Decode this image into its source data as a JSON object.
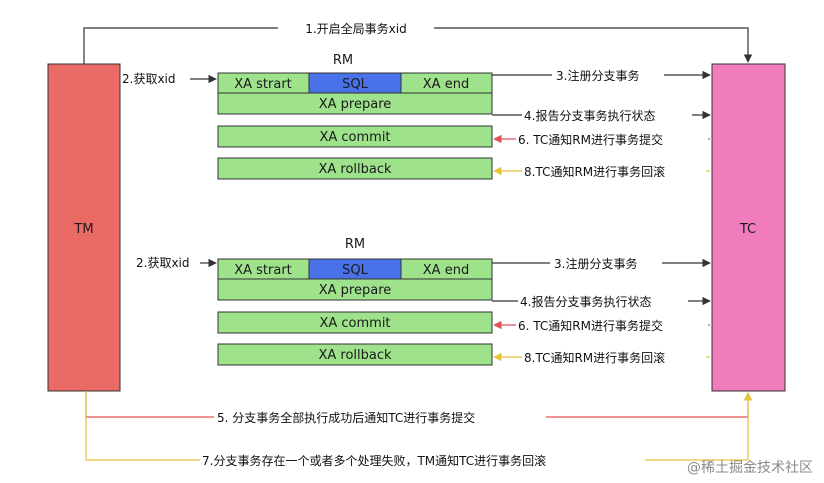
{
  "participants": {
    "tm": "TM",
    "tc": "TC"
  },
  "colors": {
    "tm_fill": "#ea6b66",
    "tc_fill": "#f07bbd",
    "green": "#9ee28c",
    "sql_blue": "#4a72e8",
    "black_line": "#333333",
    "red_line": "#e05050",
    "yellow_line": "#e8c23a"
  },
  "global": {
    "begin": "1.开启全局事务xid",
    "commit_all": "5. 分支事务全部执行成功后通知TC进行事务提交",
    "rollback_any": "7.分支事务存在一个或者多个处理失败，TM通知TC进行事务回滚"
  },
  "rm_groups": [
    {
      "title": "RM",
      "get_xid": "2.获取xid",
      "xa_start": "XA strart",
      "sql": "SQL",
      "xa_end": "XA end",
      "xa_prepare": "XA prepare",
      "xa_commit": "XA commit",
      "xa_rollback": "XA rollback",
      "register": "3.注册分支事务",
      "report": "4.报告分支事务执行状态",
      "tc_commit": "6. TC通知RM进行事务提交",
      "tc_rollback": "8.TC通知RM进行事务回滚"
    },
    {
      "title": "RM",
      "get_xid": "2.获取xid",
      "xa_start": "XA strart",
      "sql": "SQL",
      "xa_end": "XA end",
      "xa_prepare": "XA prepare",
      "xa_commit": "XA commit",
      "xa_rollback": "XA rollback",
      "register": "3.注册分支事务",
      "report": "4.报告分支事务执行状态",
      "tc_commit": "6. TC通知RM进行事务提交",
      "tc_rollback": "8.TC通知RM进行事务回滚"
    }
  ],
  "watermark": "@稀土掘金技术社区"
}
